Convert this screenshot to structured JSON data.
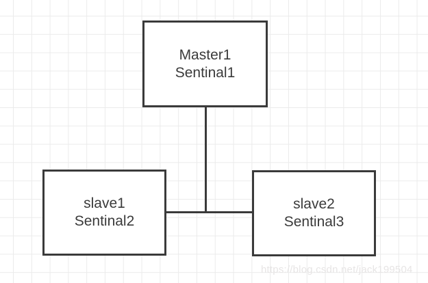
{
  "diagram": {
    "nodes": [
      {
        "id": "master",
        "line1": "Master1",
        "line2": "Sentinal1"
      },
      {
        "id": "slave1",
        "line1": "slave1",
        "line2": "Sentinal2"
      },
      {
        "id": "slave2",
        "line1": "slave2",
        "line2": "Sentinal3"
      }
    ],
    "connectors": [
      {
        "id": "master-to-bus",
        "type": "vertical"
      },
      {
        "id": "slave1-to-slave2",
        "type": "horizontal"
      }
    ],
    "watermark": "https://blog.csdn.net/jack199504",
    "colors": {
      "background": "#ffffff",
      "grid_line": "#ebebeb",
      "node_border": "#3a3a3a",
      "node_fill": "#ffffff",
      "text": "#3a3a3a",
      "connector": "#3a3a3a",
      "watermark_text": "#e7e5e5"
    }
  }
}
